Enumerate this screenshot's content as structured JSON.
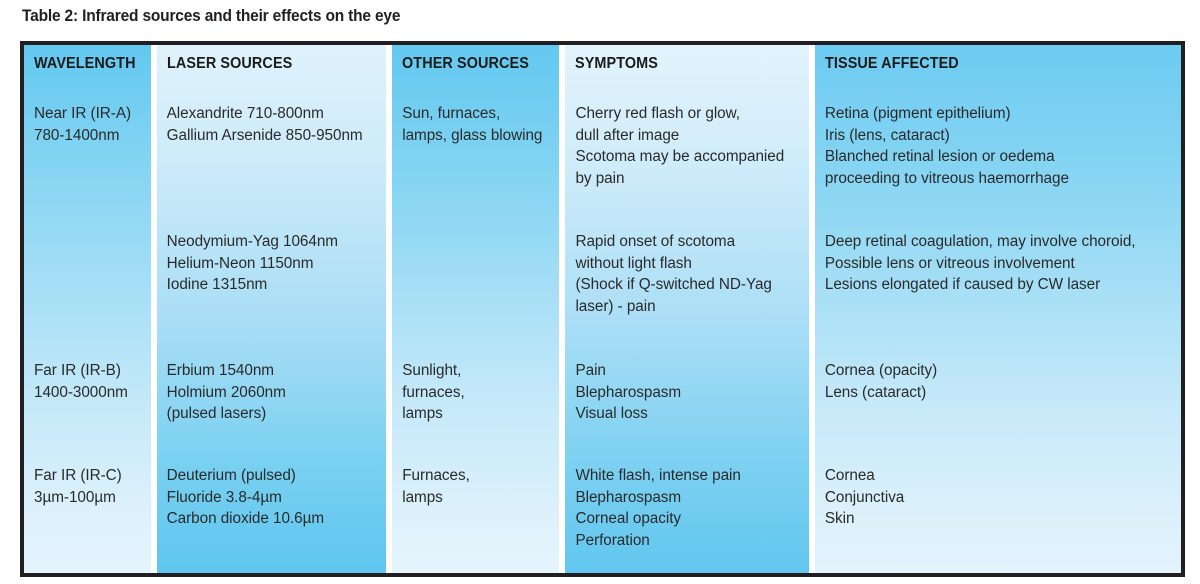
{
  "caption": "Table 2: Infrared sources and their effects on the eye",
  "colors": {
    "frame_border": "#231f20",
    "gap": "#ffffff",
    "blue_dark": "#5EC6EF",
    "blue_light": "#E2F3FC",
    "text": "#2a2a2a",
    "header_text": "#1b1b1b"
  },
  "table": {
    "headers": [
      "WAVELENGTH",
      "LASER SOURCES",
      "OTHER SOURCES",
      "SYMPTOMS",
      "TISSUE AFFECTED"
    ],
    "rows": [
      {
        "wavelength": [
          "Near IR (IR-A)",
          "780-1400nm"
        ],
        "laser_sources": [
          "Alexandrite 710-800nm",
          "Gallium Arsenide 850-950nm"
        ],
        "other_sources": [
          "Sun, furnaces,",
          "lamps, glass blowing"
        ],
        "symptoms": [
          "Cherry red flash or glow,",
          "dull after image",
          "Scotoma may be accompanied",
          "by pain"
        ],
        "tissue_affected": [
          "Retina (pigment epithelium)",
          "Iris (lens, cataract)",
          "Blanched retinal lesion or oedema",
          "proceeding to vitreous haemorrhage"
        ]
      },
      {
        "wavelength": [],
        "laser_sources": [
          "Neodymium-Yag 1064nm",
          "Helium-Neon 1150nm",
          "Iodine 1315nm"
        ],
        "other_sources": [],
        "symptoms": [
          "Rapid onset of scotoma",
          "without light flash",
          "(Shock if Q-switched ND-Yag",
          "laser) - pain"
        ],
        "tissue_affected": [
          "Deep retinal coagulation, may involve choroid,",
          "Possible lens or vitreous involvement",
          "Lesions elongated if caused by CW laser"
        ]
      },
      {
        "wavelength": [
          "Far IR (IR-B)",
          "1400-3000nm"
        ],
        "laser_sources": [
          "Erbium 1540nm",
          "Holmium 2060nm",
          "(pulsed lasers)"
        ],
        "other_sources": [
          "Sunlight,",
          "furnaces,",
          "lamps"
        ],
        "symptoms": [
          "Pain",
          "Blepharospasm",
          "Visual loss"
        ],
        "tissue_affected": [
          "Cornea (opacity)",
          "Lens (cataract)"
        ]
      },
      {
        "wavelength": [
          "Far IR (IR-C)",
          "3µm-100µm"
        ],
        "laser_sources": [
          "Deuterium (pulsed)",
          "Fluoride 3.8-4µm",
          "Carbon dioxide 10.6µm"
        ],
        "other_sources": [
          "Furnaces,",
          "lamps"
        ],
        "symptoms": [
          "White flash, intense pain",
          "Blepharospasm",
          "Corneal opacity",
          "Perforation"
        ],
        "tissue_affected": [
          "Cornea",
          "Conjunctiva",
          "Skin"
        ]
      }
    ]
  }
}
